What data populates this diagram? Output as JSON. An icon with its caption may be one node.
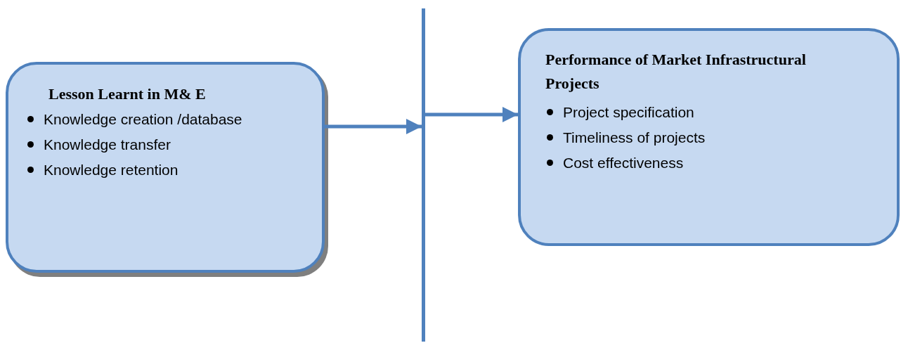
{
  "diagram": {
    "nodes": [
      {
        "text": [
          "Lesson Learnt in M& E",
          "Knowledge creation /database",
          "Knowledge transfer",
          "Knowledge retention"
        ]
      },
      {
        "text": [],
        "shape": "bar"
      },
      {
        "text": [
          "Performance of Market Infrastructural Projects",
          "Project specification",
          "Timeliness of projects",
          "Cost effectiveness"
        ]
      }
    ],
    "edges": [
      {
        "from": 0,
        "to": 1,
        "arrow": "to"
      },
      {
        "from": 1,
        "to": 2,
        "arrow": "to"
      }
    ]
  }
}
